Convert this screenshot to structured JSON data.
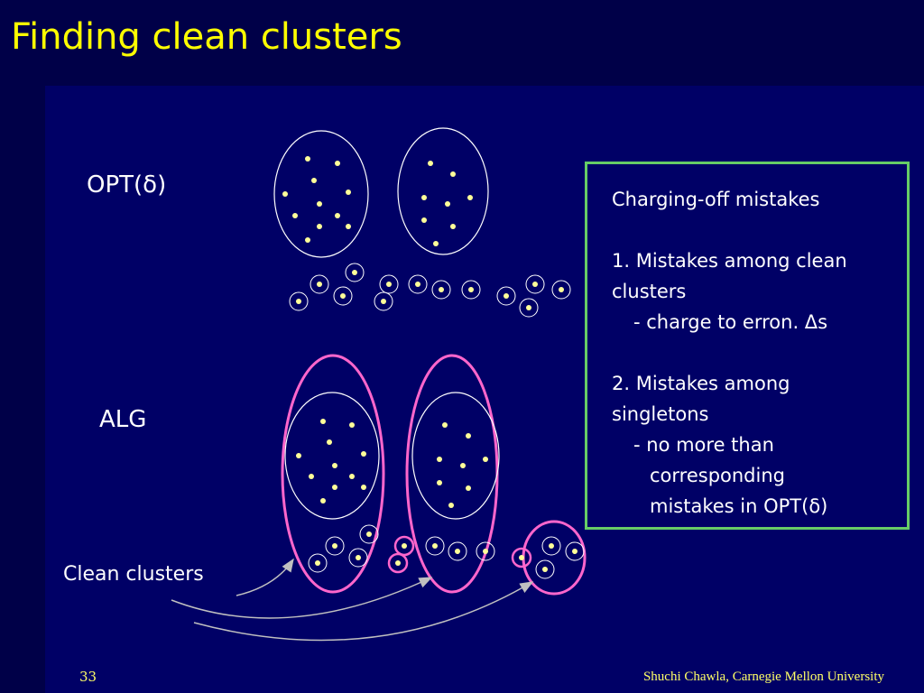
{
  "slide": {
    "title": "Finding clean clusters",
    "page_number": "33",
    "footer": "Shuchi Chawla, Carnegie Mellon University"
  },
  "diagram": {
    "opt_label": "OPT(δ)",
    "alg_label": "ALG",
    "clean_clusters_label": "Clean clusters"
  },
  "box": {
    "heading": "Charging-off mistakes",
    "item1_line1": "1. Mistakes among clean",
    "item1_line2": "clusters",
    "item1_sub": "- charge to erron. Δs",
    "item2_line1": "2. Mistakes among",
    "item2_line2": "singletons",
    "item2_sub1": "- no more than",
    "item2_sub2": "corresponding",
    "item2_sub3": "mistakes in OPT(δ)"
  },
  "colors": {
    "background": "#000066",
    "title": "#ffff00",
    "box_border": "#66cc66",
    "highlight": "#ff66cc",
    "arrow": "#c0c0c0"
  }
}
